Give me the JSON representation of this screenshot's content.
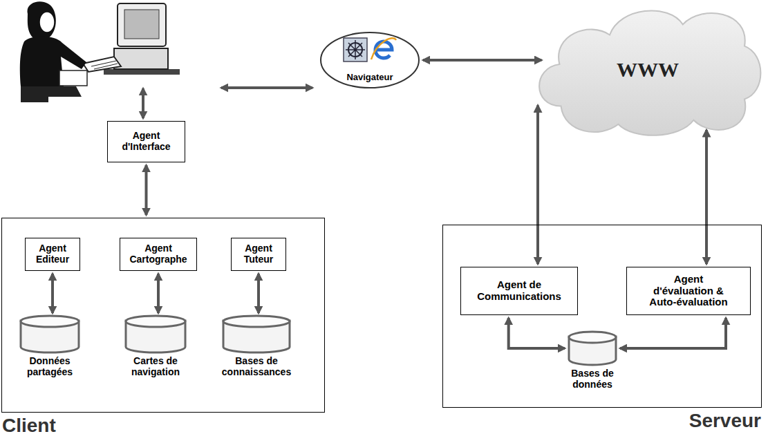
{
  "diagram": {
    "nodes": [
      {
        "text": [
          "Navigateur"
        ]
      },
      {
        "text": [
          "WWW"
        ]
      },
      {
        "text": [
          "Agent d'Interface"
        ]
      },
      {
        "text": [
          "Client"
        ]
      },
      {
        "text": [
          "Agent Editeur"
        ],
        "in": 3
      },
      {
        "text": [
          "Agent Cartographe"
        ],
        "in": 3
      },
      {
        "text": [
          "Agent Tuteur"
        ],
        "in": 3
      },
      {
        "text": [
          "Données partagées"
        ],
        "in": 3
      },
      {
        "text": [
          "Cartes de navigation"
        ],
        "in": 3
      },
      {
        "text": [
          "Bases de connaissances"
        ],
        "in": 3
      },
      {
        "text": [
          "Serveur"
        ]
      },
      {
        "text": [
          "Agent de Communications"
        ],
        "in": 10
      },
      {
        "text": [
          "Agent d'évaluation & Auto-évaluation"
        ],
        "in": 10
      },
      {
        "text": [
          "Bases de données"
        ],
        "in": 10
      }
    ],
    "edges": [
      {
        "from": 0,
        "to": 1,
        "arrow": "both"
      },
      {
        "from": 2,
        "to": 3,
        "arrow": "both"
      },
      {
        "from": 4,
        "to": 7,
        "arrow": "both"
      },
      {
        "from": 5,
        "to": 8,
        "arrow": "both"
      },
      {
        "from": 6,
        "to": 9,
        "arrow": "both"
      },
      {
        "from": 1,
        "to": 11,
        "arrow": "both"
      },
      {
        "from": 1,
        "to": 12,
        "arrow": "both"
      },
      {
        "from": 11,
        "to": 13,
        "arrow": "both"
      },
      {
        "from": 12,
        "to": 13,
        "arrow": "both"
      }
    ]
  }
}
